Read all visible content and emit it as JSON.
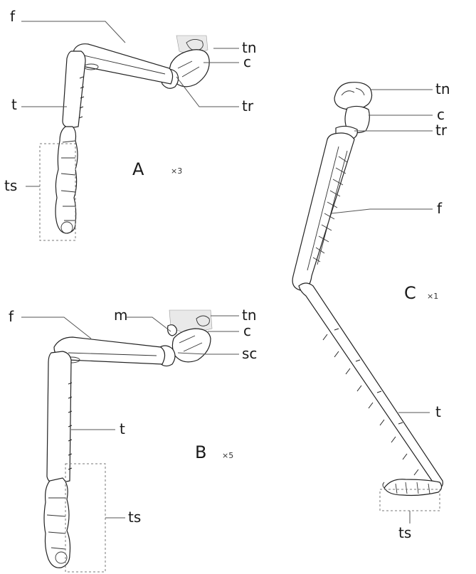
{
  "figure_a": {
    "panel_label": "A",
    "magnification": "×3",
    "labels": {
      "f": "f",
      "tn": "tn",
      "c": "c",
      "tr": "tr",
      "t": "t",
      "ts": "ts"
    }
  },
  "figure_b": {
    "panel_label": "B",
    "magnification": "×5",
    "labels": {
      "f": "f",
      "m": "m",
      "tn": "tn",
      "c": "c",
      "sc": "sc",
      "t": "t",
      "ts": "ts"
    }
  },
  "figure_c": {
    "panel_label": "C",
    "magnification": "×1",
    "labels": {
      "tn": "tn",
      "c": "c",
      "tr": "tr",
      "f": "f",
      "t": "t",
      "ts": "ts"
    }
  }
}
